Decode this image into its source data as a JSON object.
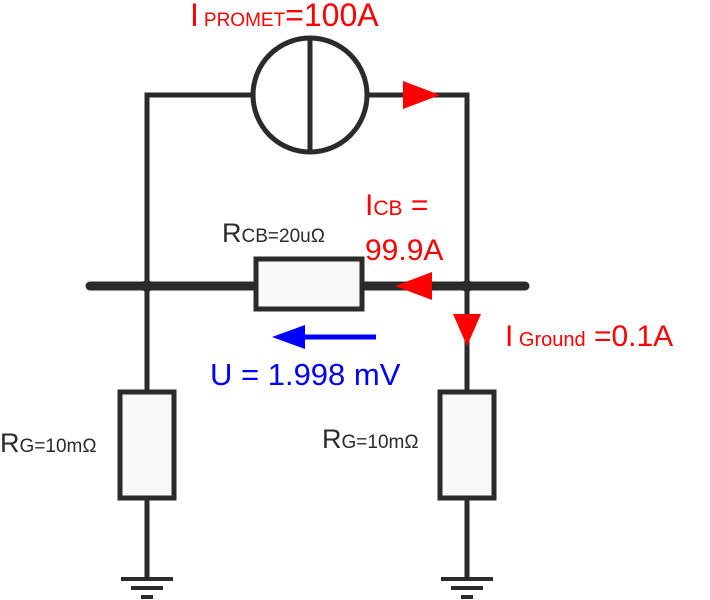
{
  "source_label": {
    "main": "I",
    "sub": "PROMET",
    "value": "=100A"
  },
  "cb_label": {
    "main": "R",
    "sub": "CB",
    "value": "=20uΩ"
  },
  "rg_left_label": {
    "main": "R",
    "sub": "G",
    "value": "=10mΩ"
  },
  "rg_right_label": {
    "main": "R",
    "sub": "G",
    "value": "=10mΩ"
  },
  "icb_label": {
    "line1_main": "I",
    "line1_sub": "CB",
    "line1_rest": " =",
    "line2": "99.9A"
  },
  "ground_label": {
    "main": "I",
    "sub": " Ground",
    "value": " =0.1A"
  },
  "voltage_label": "U = 1.998 mV",
  "colors": {
    "wire": "#2b2b2b",
    "current": "#ff0000",
    "voltage": "#0000ff",
    "component_fill": "#f8f8f8"
  }
}
